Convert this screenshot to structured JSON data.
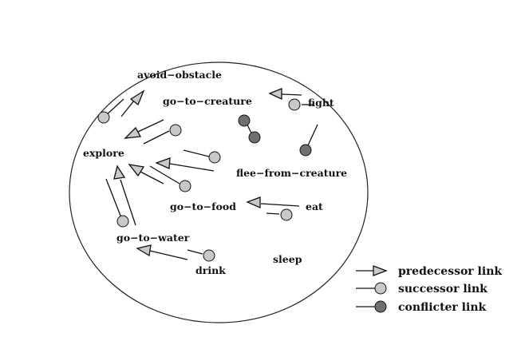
{
  "behaviors": {
    "avoid_obstacle": "avoid−obstacle",
    "go_to_creature": "go−to−creature",
    "fight": "fight",
    "explore": "explore",
    "flee_from_creature": "flee−from−creature",
    "go_to_food": "go−to−food",
    "eat": "eat",
    "go_to_water": "go−to−water",
    "sleep": "sleep",
    "drink": "drink"
  },
  "legend": {
    "predecessor": "predecessor link",
    "successor": "successor link",
    "conflicter": "conflicter link"
  },
  "colors": {
    "successor_fill": "#c8c8c8",
    "conflicter_fill": "#6f6f6f",
    "arrow_fill": "#c9c9c9",
    "stroke": "#111111"
  }
}
